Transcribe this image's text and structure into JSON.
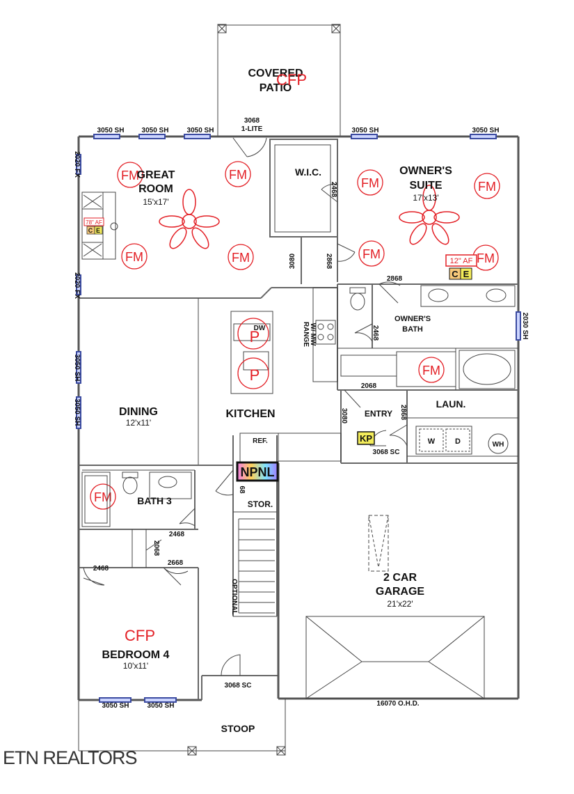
{
  "rooms": {
    "covered_patio": [
      "COVERED",
      "PATIO"
    ],
    "great_room": [
      "GREAT",
      "ROOM"
    ],
    "great_room_size": "15'x17'",
    "wic": "W.I.C.",
    "owners_suite": [
      "OWNER'S",
      "SUITE"
    ],
    "owners_suite_size": "17'x13'",
    "owners_bath": [
      "OWNER'S",
      "BATH"
    ],
    "dining": "DINING",
    "dining_size": "12'x11'",
    "kitchen": "KITCHEN",
    "entry": "ENTRY",
    "laundry": "LAUN.",
    "bath3": "BATH 3",
    "storage": "STOR.",
    "garage": [
      "2 CAR",
      "GARAGE"
    ],
    "garage_size": "21'x22'",
    "bedroom4": "BEDROOM 4",
    "bedroom4_size": "10'x11'",
    "stoop": "STOOP"
  },
  "windows": {
    "w1": "3050 SH",
    "w2": "3050 SH",
    "w3": "3050 SH",
    "w4": "3050 SH",
    "w5": "3050 SH",
    "w6": "2020 FX",
    "w7": "2020 FX",
    "w8": "3050 SH",
    "w9": "3050 SH",
    "w10": "2030 SH",
    "w11": "3050 SH",
    "w12": "3050 SH"
  },
  "doors": {
    "patio_door": [
      "3068",
      "1-LITE"
    ],
    "wic_door": "2468",
    "d3080a": "3080",
    "d2868a": "2868",
    "d2868b": "2868",
    "d2468bath": "2468",
    "d2068entry": "2068",
    "d3080b": "3080",
    "d2868laun": "2868",
    "d3068sc_garage": "3068 SC",
    "d68stor": "68",
    "d2468bath3": "2468",
    "d2068hall": "2068",
    "d2468bed": "2468",
    "d2668bed": "2668",
    "d3068sc_front": "3068 SC",
    "ohd": "16070 O.H.D."
  },
  "fixtures": {
    "range": [
      "RANGE",
      "W/ MW"
    ],
    "dw": "DW",
    "ref": "REF.",
    "washer": "W",
    "dryer": "D",
    "water_heater": "WH",
    "optional": "OPTIONAL"
  },
  "markers": {
    "fm": "FM",
    "cfp": "CFP",
    "p": "P",
    "af78": "78\" AF",
    "af12": "12\" AF",
    "c": "C",
    "e": "E",
    "kp": "KP",
    "npnl": "NPNL"
  },
  "watermark": "ETN REALTORS"
}
